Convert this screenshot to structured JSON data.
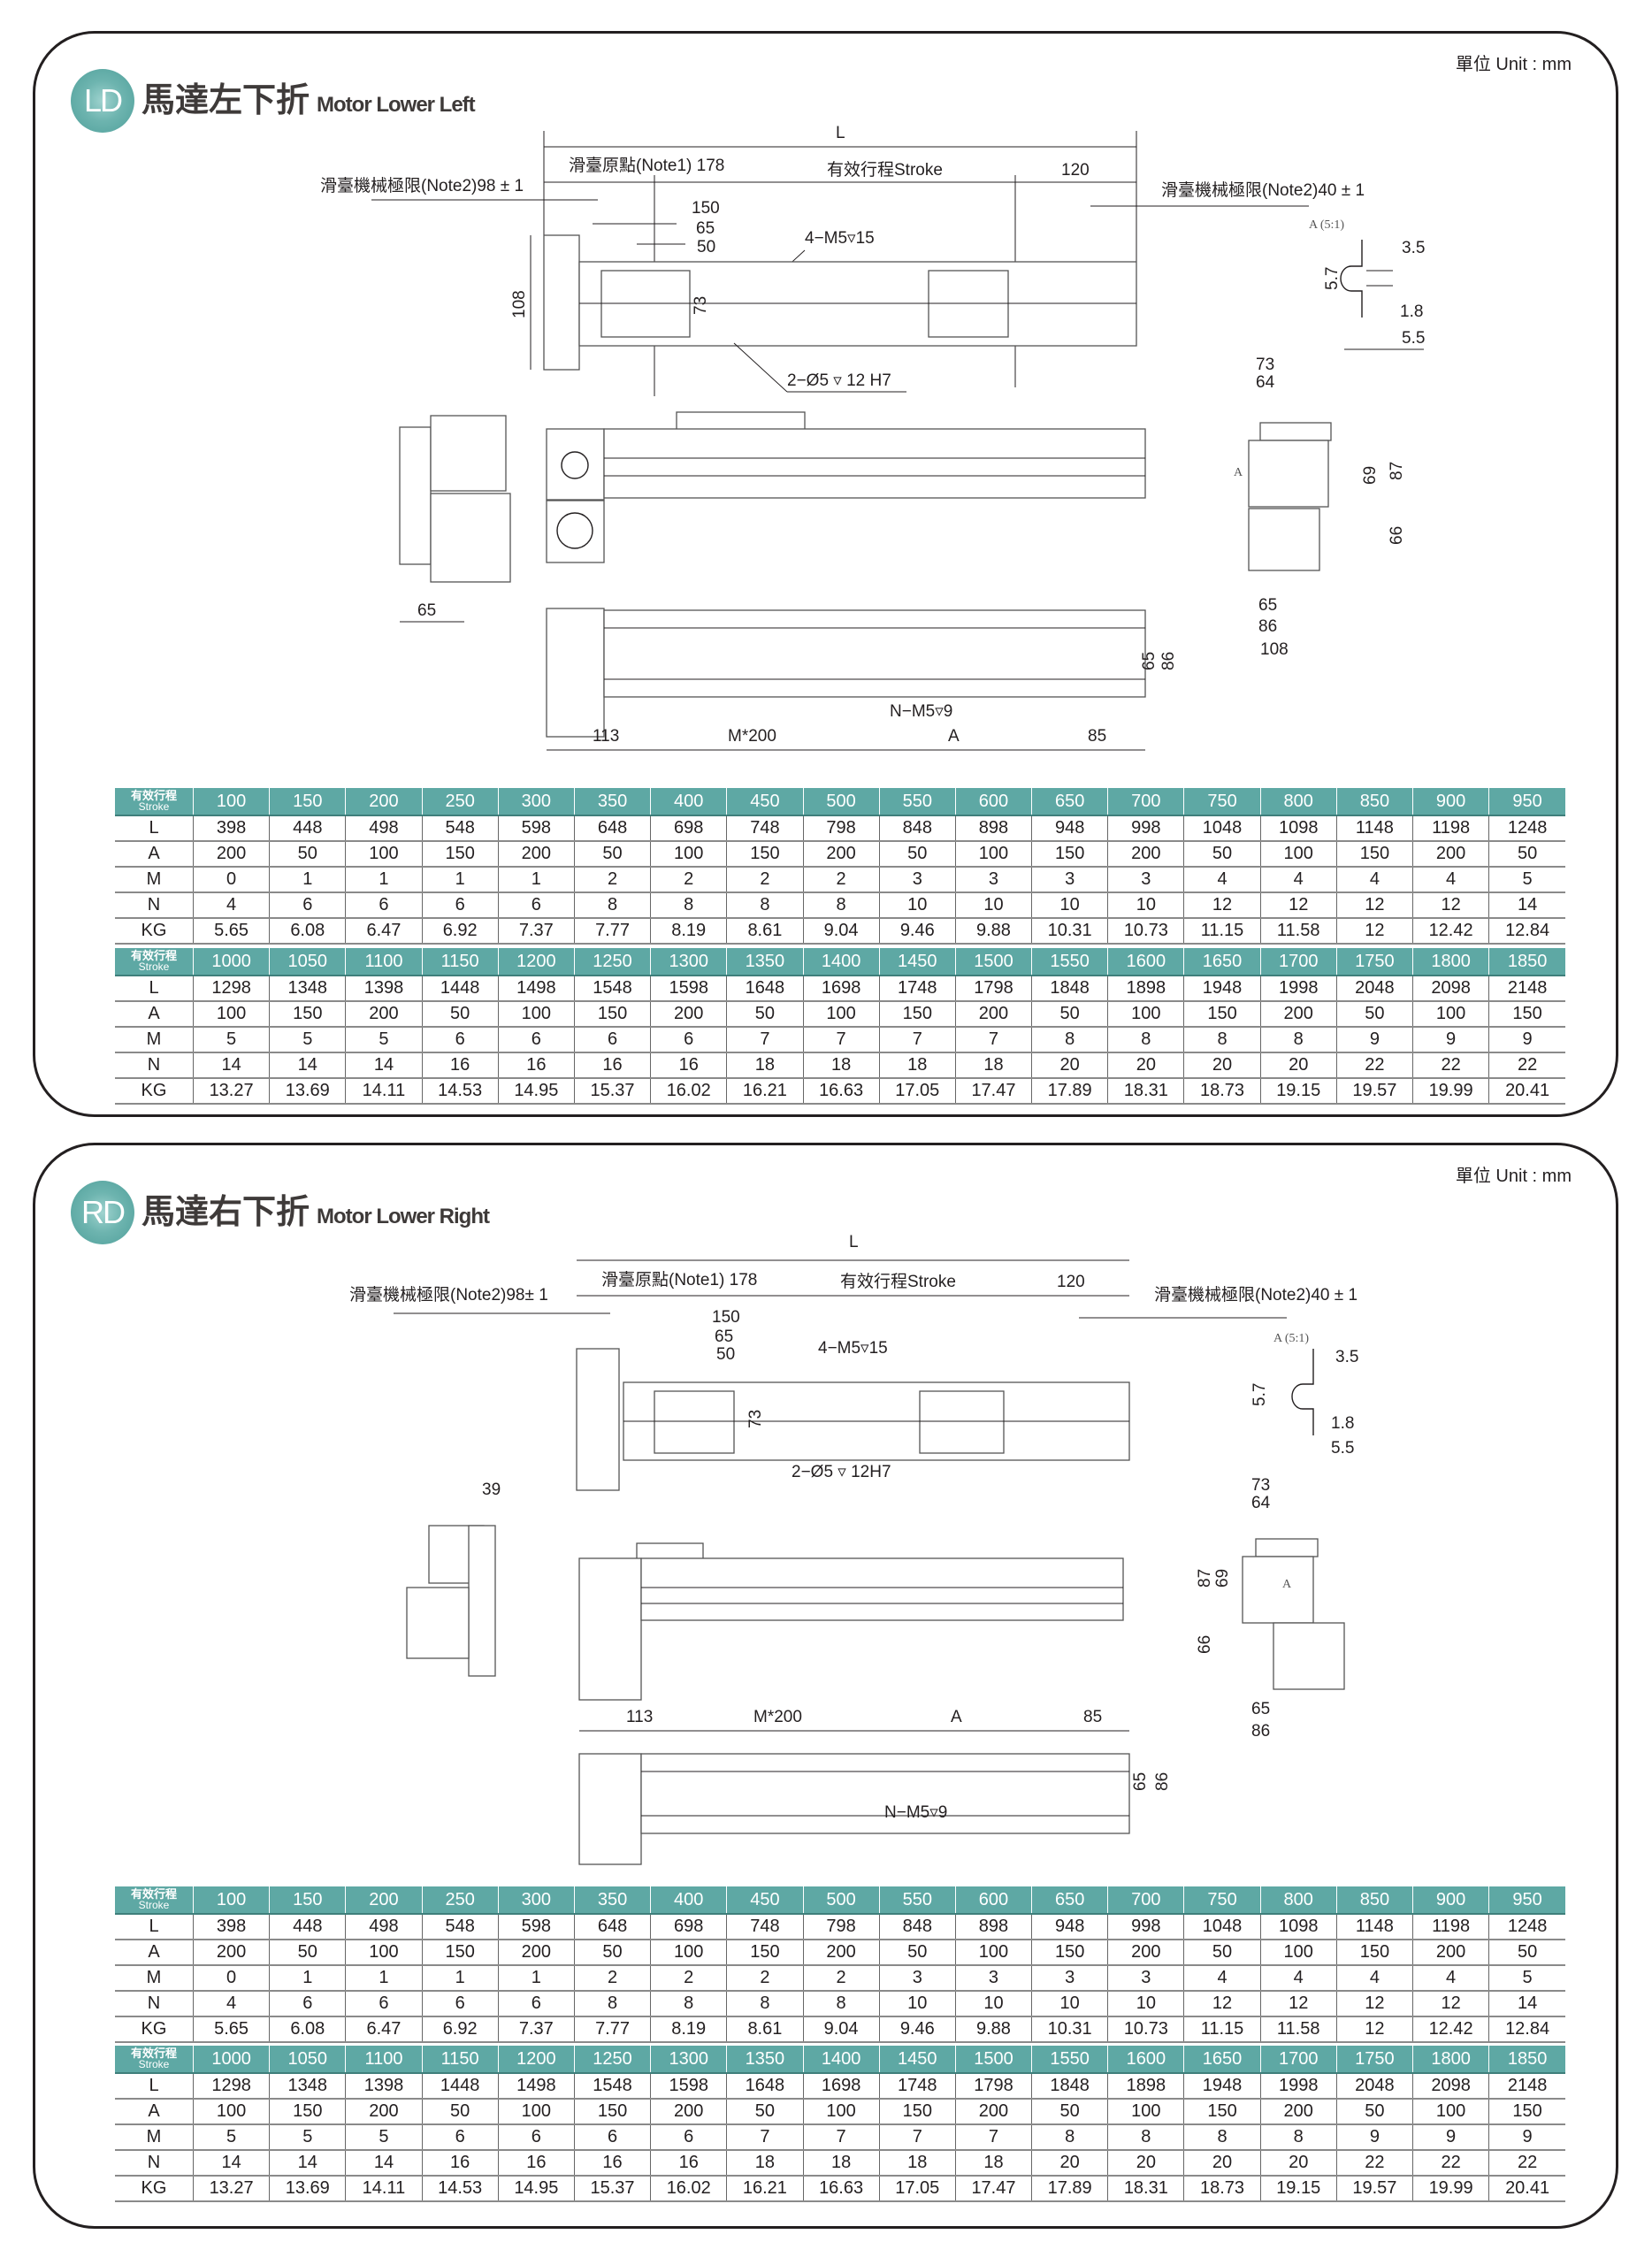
{
  "unit_label": "單位 Unit : mm",
  "accent_color": "#5ea8a4",
  "sections": [
    {
      "code": "LD",
      "title_zh": "馬達左下折",
      "title_en": "Motor Lower Left",
      "dims": {
        "L": "L",
        "origin": "滑臺原點(Note1) 178",
        "stroke": "有效行程Stroke",
        "d120": "120",
        "limit_left": "滑臺機械極限(Note2)98 ± 1",
        "limit_right": "滑臺機械極限(Note2)40 ± 1",
        "d150": "150",
        "d65": "65",
        "d50": "50",
        "tap": "4−M5▿15",
        "pin": "2−Ø5 ▿ 12 H7",
        "d108": "108",
        "d73": "73",
        "detail_title": "A (5:1)",
        "d57": "5.7",
        "d35": "3.5",
        "d18": "1.8",
        "d55": "5.5",
        "side_65": "65",
        "side_39": "",
        "end_73": "73",
        "end_64": "64",
        "end_69": "69",
        "end_87": "87",
        "end_66": "66",
        "end_65": "65",
        "end_86": "86",
        "end_108": "108",
        "bot_113": "113",
        "bot_m200": "M*200",
        "bot_A": "A",
        "bot_85": "85",
        "bot_65": "65",
        "bot_86": "86",
        "bot_tap": "N−M5▿9",
        "detail_A": "A"
      }
    },
    {
      "code": "RD",
      "title_zh": "馬達右下折",
      "title_en": "Motor Lower Right",
      "dims": {
        "L": "L",
        "origin": "滑臺原點(Note1) 178",
        "stroke": "有效行程Stroke",
        "d120": "120",
        "limit_left": "滑臺機械極限(Note2)98± 1",
        "limit_right": "滑臺機械極限(Note2)40 ± 1",
        "d150": "150",
        "d65": "65",
        "d50": "50",
        "tap": "4−M5▿15",
        "pin": "2−Ø5 ▿ 12H7",
        "d108": "",
        "d73": "73",
        "detail_title": "A (5:1)",
        "d57": "5.7",
        "d35": "3.5",
        "d18": "1.8",
        "d55": "5.5",
        "side_65": "",
        "side_39": "39",
        "end_73": "73",
        "end_64": "64",
        "end_69": "69",
        "end_87": "87",
        "end_66": "66",
        "end_65": "65",
        "end_86": "86",
        "end_108": "",
        "bot_113": "113",
        "bot_m200": "M*200",
        "bot_A": "A",
        "bot_85": "85",
        "bot_65": "65",
        "bot_86": "86",
        "bot_tap": "N−M5▿9",
        "detail_A": "A"
      }
    }
  ],
  "table_header_label": {
    "zh": "有效行程",
    "en": "Stroke"
  },
  "row_labels": [
    "L",
    "A",
    "M",
    "N",
    "KG"
  ],
  "tables": [
    {
      "stroke": [
        "100",
        "150",
        "200",
        "250",
        "300",
        "350",
        "400",
        "450",
        "500",
        "550",
        "600",
        "650",
        "700",
        "750",
        "800",
        "850",
        "900",
        "950"
      ],
      "L": [
        "398",
        "448",
        "498",
        "548",
        "598",
        "648",
        "698",
        "748",
        "798",
        "848",
        "898",
        "948",
        "998",
        "1048",
        "1098",
        "1148",
        "1198",
        "1248"
      ],
      "A": [
        "200",
        "50",
        "100",
        "150",
        "200",
        "50",
        "100",
        "150",
        "200",
        "50",
        "100",
        "150",
        "200",
        "50",
        "100",
        "150",
        "200",
        "50"
      ],
      "M": [
        "0",
        "1",
        "1",
        "1",
        "1",
        "2",
        "2",
        "2",
        "2",
        "3",
        "3",
        "3",
        "3",
        "4",
        "4",
        "4",
        "4",
        "5"
      ],
      "N": [
        "4",
        "6",
        "6",
        "6",
        "6",
        "8",
        "8",
        "8",
        "8",
        "10",
        "10",
        "10",
        "10",
        "12",
        "12",
        "12",
        "12",
        "14"
      ],
      "KG": [
        "5.65",
        "6.08",
        "6.47",
        "6.92",
        "7.37",
        "7.77",
        "8.19",
        "8.61",
        "9.04",
        "9.46",
        "9.88",
        "10.31",
        "10.73",
        "11.15",
        "11.58",
        "12",
        "12.42",
        "12.84"
      ]
    },
    {
      "stroke": [
        "1000",
        "1050",
        "1100",
        "1150",
        "1200",
        "1250",
        "1300",
        "1350",
        "1400",
        "1450",
        "1500",
        "1550",
        "1600",
        "1650",
        "1700",
        "1750",
        "1800",
        "1850"
      ],
      "L": [
        "1298",
        "1348",
        "1398",
        "1448",
        "1498",
        "1548",
        "1598",
        "1648",
        "1698",
        "1748",
        "1798",
        "1848",
        "1898",
        "1948",
        "1998",
        "2048",
        "2098",
        "2148"
      ],
      "A": [
        "100",
        "150",
        "200",
        "50",
        "100",
        "150",
        "200",
        "50",
        "100",
        "150",
        "200",
        "50",
        "100",
        "150",
        "200",
        "50",
        "100",
        "150"
      ],
      "M": [
        "5",
        "5",
        "5",
        "6",
        "6",
        "6",
        "6",
        "7",
        "7",
        "7",
        "7",
        "8",
        "8",
        "8",
        "8",
        "9",
        "9",
        "9"
      ],
      "N": [
        "14",
        "14",
        "14",
        "16",
        "16",
        "16",
        "16",
        "18",
        "18",
        "18",
        "18",
        "20",
        "20",
        "20",
        "20",
        "22",
        "22",
        "22"
      ],
      "KG": [
        "13.27",
        "13.69",
        "14.11",
        "14.53",
        "14.95",
        "15.37",
        "16.02",
        "16.21",
        "16.63",
        "17.05",
        "17.47",
        "17.89",
        "18.31",
        "18.73",
        "19.15",
        "19.57",
        "19.99",
        "20.41"
      ]
    }
  ]
}
